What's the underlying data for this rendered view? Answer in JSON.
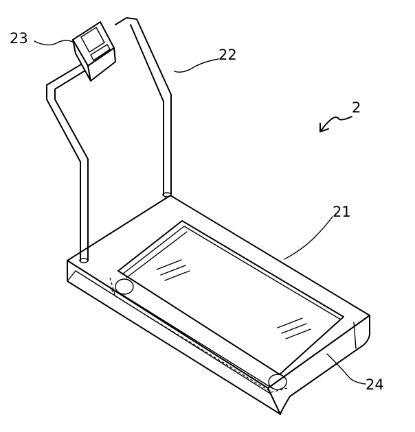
{
  "labels": {
    "display_unit": "23",
    "handrail_frame": "22",
    "apparatus": "2",
    "base_body": "21",
    "belt": "24"
  }
}
